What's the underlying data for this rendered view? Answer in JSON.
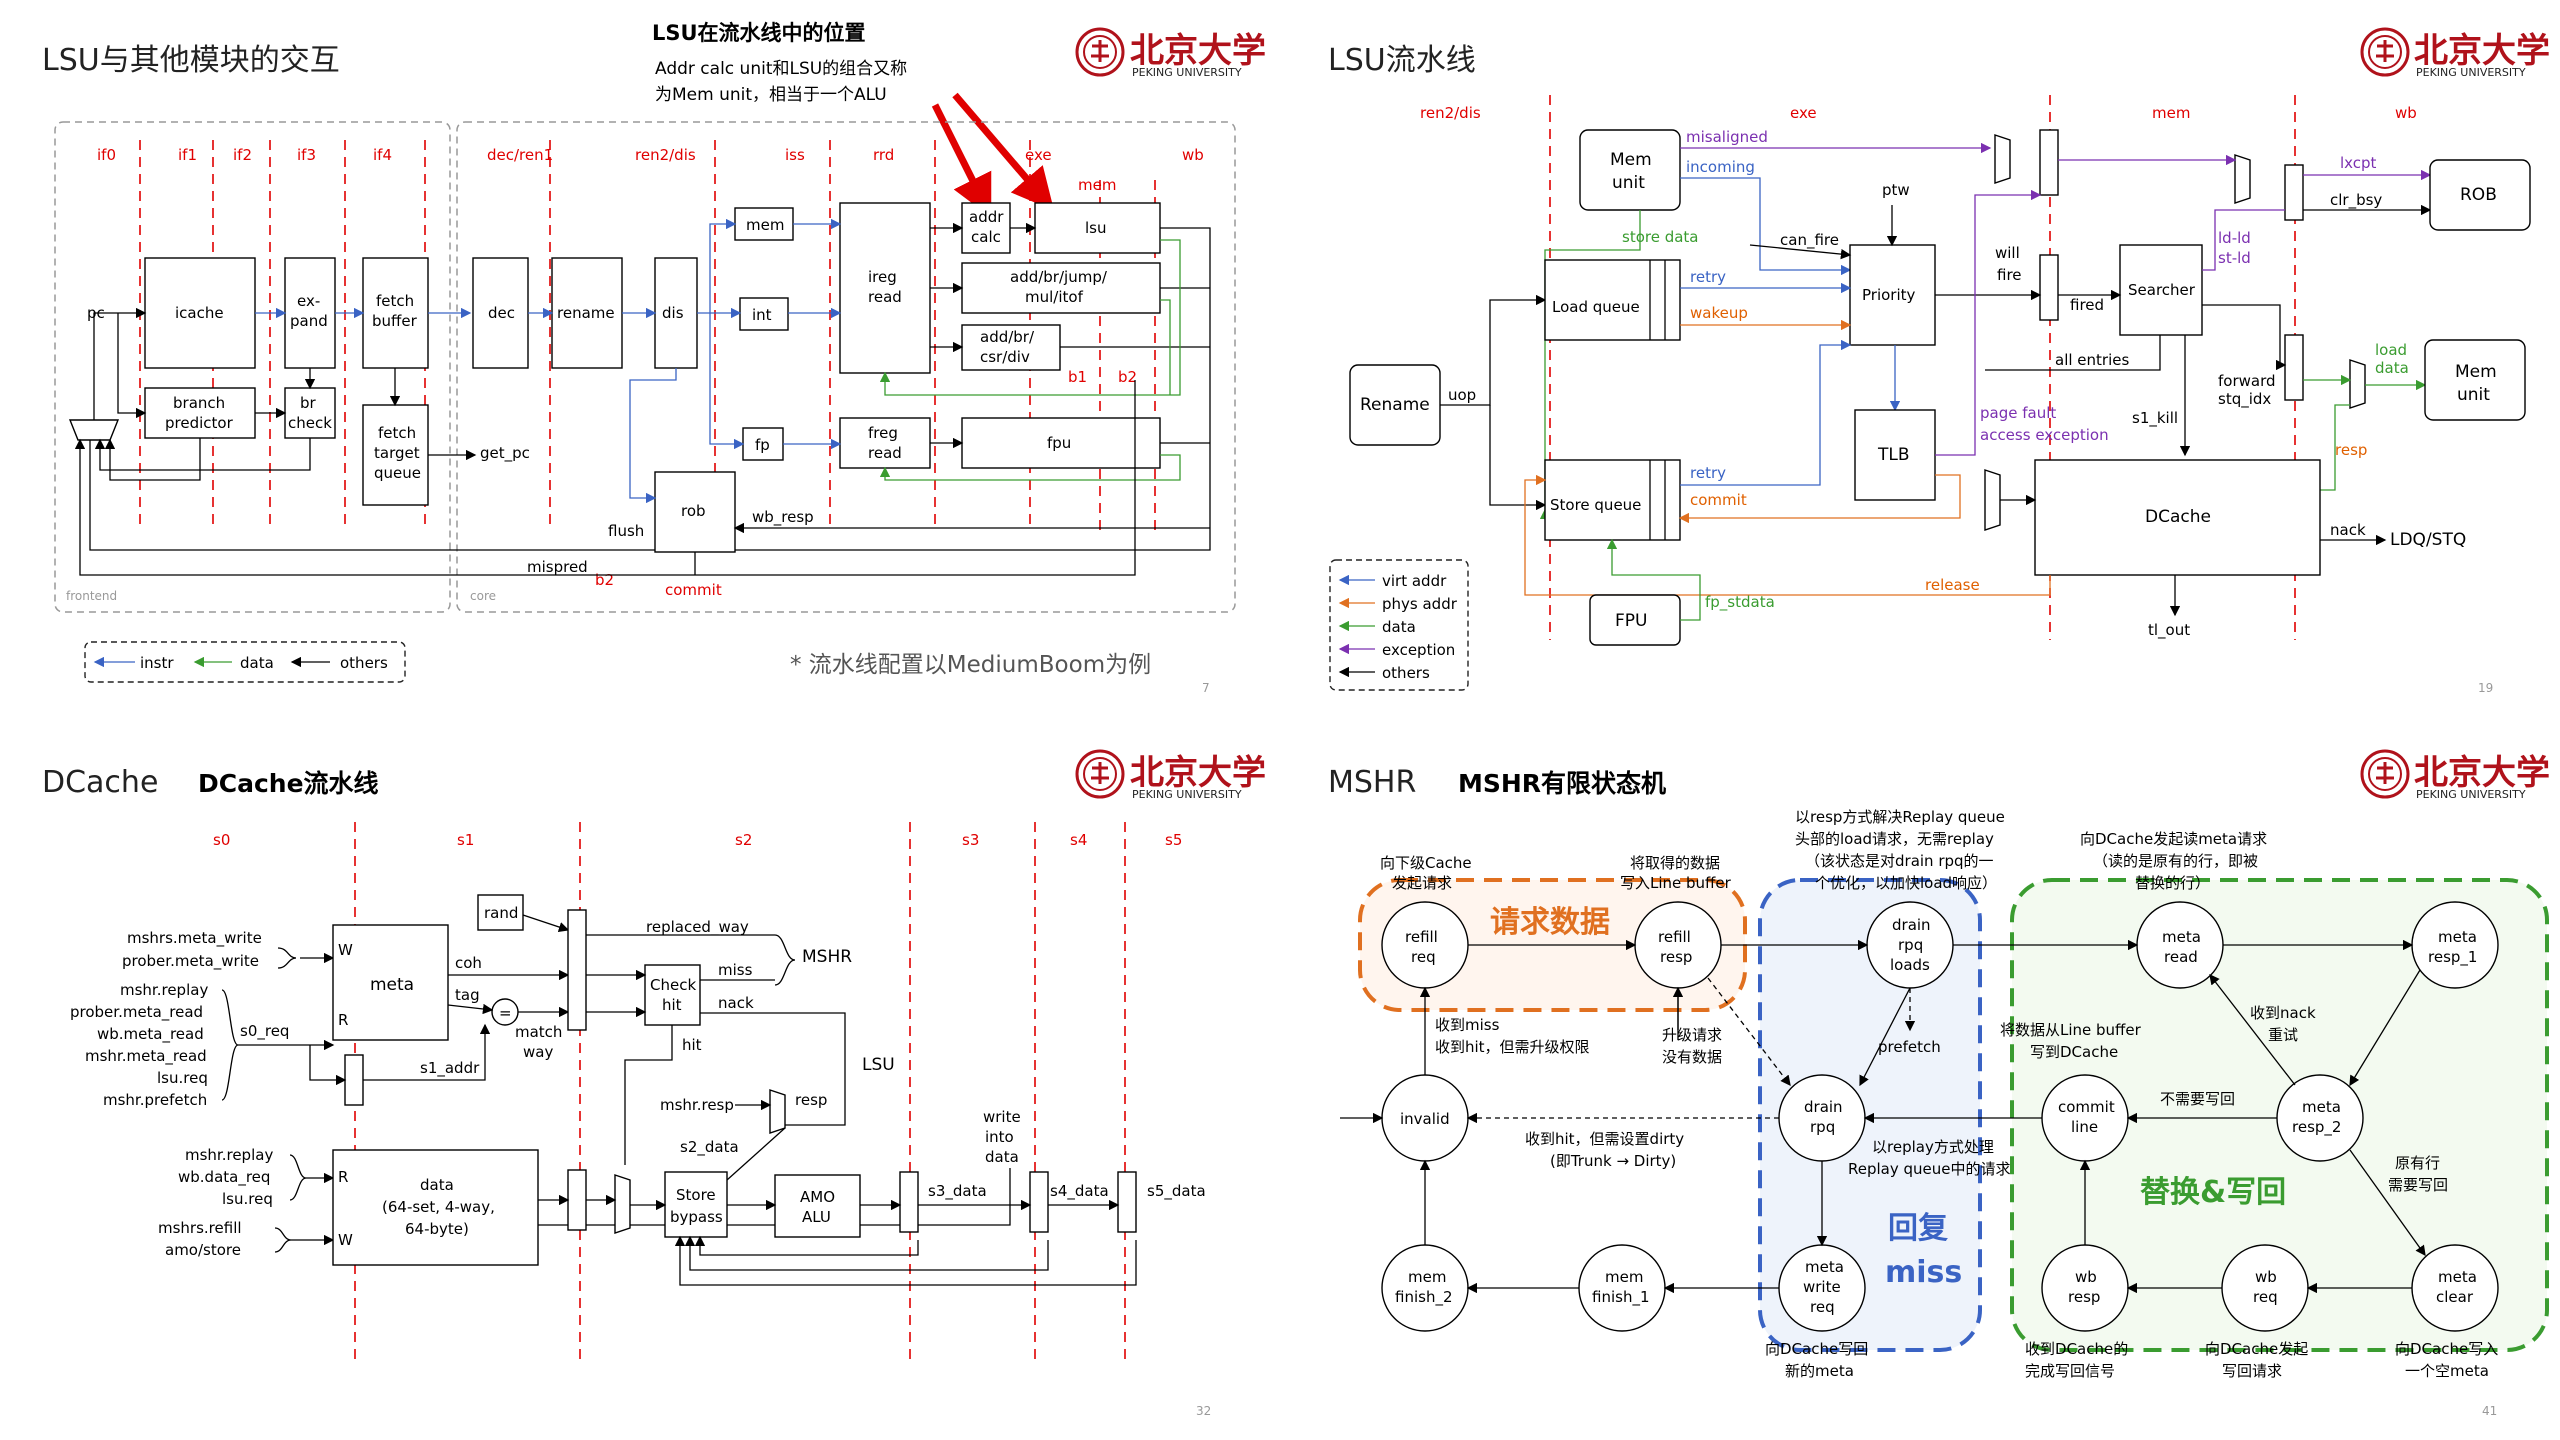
{
  "logo": {
    "wordmark": "北京大学",
    "subtitle": "PEKING UNIVERSITY",
    "seal_color": "#b0121b"
  },
  "colors": {
    "stage_line": "#e00000",
    "instr": "#3a63c4",
    "data": "#3a9c30",
    "addr": "#e07020",
    "exception": "#7b30b0"
  },
  "slide1": {
    "title": "LSU与其他模块的交互",
    "callout_title": "LSU在流水线中的位置",
    "callout_line1": "Addr calc unit和LSU的组合又称",
    "callout_line2": "为Mem unit，相当于一个ALU",
    "stages": [
      "if0",
      "if1",
      "if2",
      "if3",
      "if4",
      "dec/ren1",
      "ren2/dis",
      "iss",
      "rrd",
      "exe",
      "wb"
    ],
    "mem_stage": "mem",
    "blocks": {
      "pc": "pc",
      "icache": "icache",
      "expand1": "ex-",
      "expand2": "pand",
      "fetch_buffer1": "fetch",
      "fetch_buffer2": "buffer",
      "branch_predictor1": "branch",
      "branch_predictor2": "predictor",
      "br_check1": "br",
      "br_check2": "check",
      "ftq1": "fetch",
      "ftq2": "target",
      "ftq3": "queue",
      "get_pc": "get_pc",
      "dec": "dec",
      "rename": "rename",
      "dis": "dis",
      "mem": "mem",
      "int": "int",
      "fp": "fp",
      "ireg1": "ireg",
      "ireg2": "read",
      "freg1": "freg",
      "freg2": "read",
      "addr1": "addr",
      "addr2": "calc",
      "lsu": "lsu",
      "alu1": "add/br/jump/",
      "alu2": "mul/itof",
      "csr1": "add/br/",
      "csr2": "csr/div",
      "b1": "b1",
      "b2": "b2",
      "fpu": "fpu",
      "rob": "rob",
      "flush": "flush",
      "wb_resp": "wb_resp",
      "mispred": "mispred",
      "mispred_b2": "b2",
      "commit": "commit",
      "frontend": "frontend",
      "core": "core"
    },
    "legend": {
      "instr": "instr",
      "data": "data",
      "others": "others"
    },
    "footnote": "* 流水线配置以MediumBoom为例",
    "page": "7"
  },
  "slide2": {
    "title": "LSU流水线",
    "stages": [
      "ren2/dis",
      "exe",
      "mem",
      "wb"
    ],
    "blocks": {
      "mem_unit1": "Mem",
      "mem_unit2": "unit",
      "misaligned": "misaligned",
      "incoming": "incoming",
      "store_data": "store data",
      "ptw": "ptw",
      "can_fire": "can_fire",
      "priority": "Priority",
      "will_fire1": "will",
      "will_fire2": "fire",
      "fired": "fired",
      "searcher": "Searcher",
      "lxcpt": "lxcpt",
      "clr_bsy": "clr_bsy",
      "rob": "ROB",
      "ld_ld": "ld-ld",
      "st_ld": "st-ld",
      "all_entries": "all entries",
      "forward1": "forward",
      "forward2": "stq_idx",
      "load_data1": "load",
      "load_data2": "data",
      "mem_unit_r1": "Mem",
      "mem_unit_r2": "unit",
      "rename": "Rename",
      "uop": "uop",
      "load_queue": "Load queue",
      "retry": "retry",
      "wakeup": "wakeup",
      "tlb": "TLB",
      "page_fault1": "page fault",
      "page_fault2": "access exception",
      "s1_kill": "s1_kill",
      "resp": "resp",
      "store_queue": "Store queue",
      "retry2": "retry",
      "commit": "commit",
      "dcache": "DCache",
      "nack": "nack",
      "ldq_stq": "LDQ/STQ",
      "release": "release",
      "fpu": "FPU",
      "fp_stdata": "fp_stdata",
      "tl_out": "tl_out"
    },
    "legend": [
      "virt addr",
      "phys addr",
      "data",
      "exception",
      "others"
    ],
    "page": "19"
  },
  "slide3": {
    "title": "DCache",
    "subtitle": "DCache流水线",
    "stages": [
      "s0",
      "s1",
      "s2",
      "s3",
      "s4",
      "s5"
    ],
    "labels": {
      "meta_write1": "mshrs.meta_write",
      "meta_write2": "prober.meta_write",
      "read1": "mshr.replay",
      "read2": "prober.meta_read",
      "read3": "wb.meta_read",
      "read4": "mshr.meta_read",
      "read5": "lsu.req",
      "read6": "mshr.prefetch",
      "s0_req": "s0_req",
      "meta": "meta",
      "W": "W",
      "R": "R",
      "rand": "rand",
      "coh": "coh",
      "tag": "tag",
      "eq": "=",
      "match1": "match",
      "match2": "way",
      "s1_addr": "s1_addr",
      "replaced_way": "replaced_way",
      "miss": "miss",
      "nack": "nack",
      "hit": "hit",
      "mshr": "MSHR",
      "lsu": "LSU",
      "check1": "Check",
      "check2": "hit",
      "mshr_resp": "mshr.resp",
      "resp": "resp",
      "s2_data": "s2_data",
      "write1": "write",
      "write2": "into",
      "write3": "data",
      "data_in1": "mshr.replay",
      "data_in2": "wb.data_req",
      "data_in3": "lsu.req",
      "data_in4": "mshrs.refill",
      "data_in5": "amo/store",
      "data1": "data",
      "data2": "(64-set, 4-way,",
      "data3": "64-byte)",
      "store1": "Store",
      "store2": "bypass",
      "amo1": "AMO",
      "amo2": "ALU",
      "s3_data": "s3_data",
      "s4_data": "s4_data",
      "s5_data": "s5_data"
    },
    "page": "32"
  },
  "slide4": {
    "title": "MSHR",
    "subtitle": "MSHR有限状态机",
    "groups": {
      "request": "请求数据",
      "replay1": "回复",
      "replay2": "miss",
      "replace": "替换&写回"
    },
    "states": {
      "refill_req1": "refill",
      "refill_req2": "req",
      "refill_resp1": "refill",
      "refill_resp2": "resp",
      "drain1": "drain",
      "drain2": "rpq",
      "drain3": "loads",
      "meta_read1": "meta",
      "meta_read2": "read",
      "meta_resp1_1": "meta",
      "meta_resp1_2": "resp_1",
      "invalid": "invalid",
      "drain_rpq1": "drain",
      "drain_rpq2": "rpq",
      "commit1": "commit",
      "commit2": "line",
      "meta_resp2_1": "meta",
      "meta_resp2_2": "resp_2",
      "mem_finish2_1": "mem",
      "mem_finish2_2": "finish_2",
      "mem_finish1_1": "mem",
      "mem_finish1_2": "finish_1",
      "meta_write1": "meta",
      "meta_write2": "write",
      "meta_write3": "req",
      "wb_resp1": "wb",
      "wb_resp2": "resp",
      "wb_req1": "wb",
      "wb_req2": "req",
      "meta_clear1": "meta",
      "meta_clear2": "clear",
      "prefetch": "prefetch"
    },
    "notes": {
      "n1a": "向下级Cache",
      "n1b": "发起请求",
      "n2a": "将取得的数据",
      "n2b": "写入Line buffer",
      "n3a": "以resp方式解决Replay queue",
      "n3b": "头部的load请求，无需replay",
      "n3c": "（该状态是对drain rpq的一",
      "n3d": "个优化，以加快load响应）",
      "n4a": "向DCache发起读meta请求",
      "n4b": "（读的是原有的行，即被",
      "n4c": "替换的行）",
      "n5a": "收到miss",
      "n5b": "收到hit，但需升级权限",
      "n6a": "升级请求",
      "n6b": "没有数据",
      "n7a": "收到nack",
      "n7b": "重试",
      "n8a": "将数据从Line buffer",
      "n8b": "写到DCache",
      "n9": "不需要写回",
      "n10a": "原有行",
      "n10b": "需要写回",
      "n11a": "收到hit，但需设置dirty",
      "n11b": "(即Trunk → Dirty)",
      "n12a": "以replay方式处理",
      "n12b": "Replay queue中的请求",
      "n13a": "向DCache写回",
      "n13b": "新的meta",
      "n14a": "收到DCache的",
      "n14b": "完成写回信号",
      "n15a": "向DCache发起",
      "n15b": "写回请求",
      "n16a": "向DCache写入",
      "n16b": "一个空meta"
    },
    "page": "41"
  }
}
